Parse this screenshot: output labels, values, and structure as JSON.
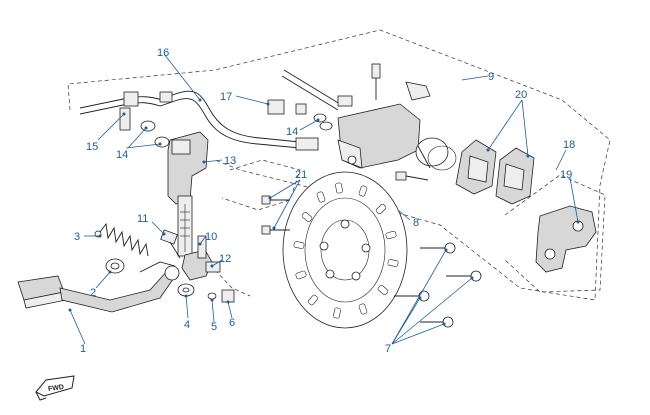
{
  "callouts": {
    "c1": "1",
    "c2": "2",
    "c3": "3",
    "c4": "4",
    "c5": "5",
    "c6": "6",
    "c7": "7",
    "c8": "8",
    "c9": "9",
    "c10": "10",
    "c11": "11",
    "c12": "12",
    "c13": "13",
    "c14a": "14",
    "c14b": "14",
    "c15": "15",
    "c16": "16",
    "c17": "17",
    "c18": "18",
    "c19": "19",
    "c20": "20",
    "c21": "21"
  },
  "fwd_badge": "FWD",
  "colors": {
    "callout": "#1a5e9a",
    "line": "#222222",
    "fill_grey": "#d7d7d7"
  }
}
